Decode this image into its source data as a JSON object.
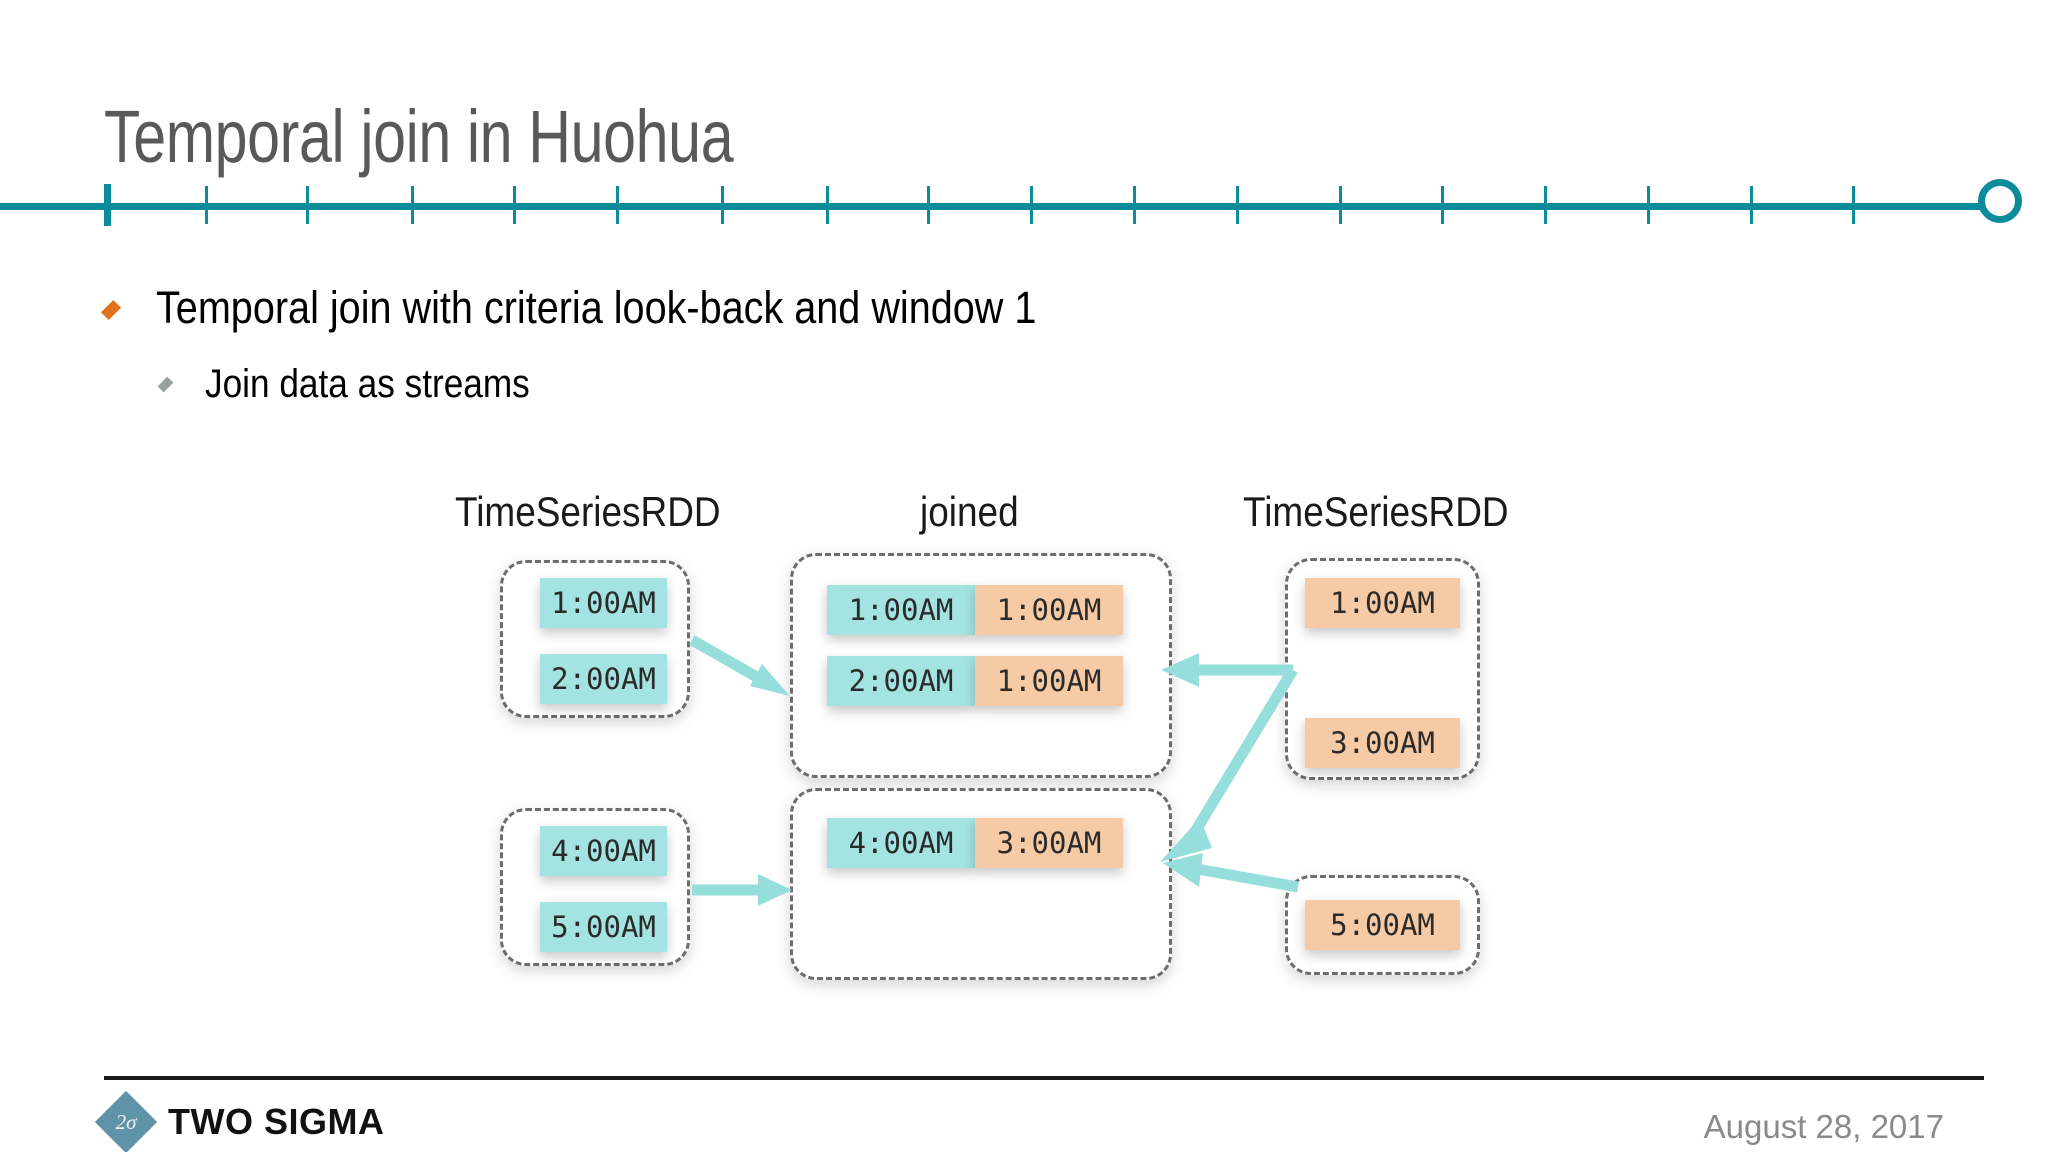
{
  "slide": {
    "title": "Temporal join in Huohua",
    "accent_color": "#0b8c9b",
    "bullet_marker_color": "#e0711d",
    "sub_bullet_marker_color": "#9aa0a0",
    "cyan_color": "#a3e3e1",
    "orange_color": "#f5caa4",
    "arrow_color": "#96dedb"
  },
  "timeline": {
    "tick_count": 19,
    "active_tick_index": 0
  },
  "bullets": [
    {
      "level": 1,
      "text": "Temporal join with criteria look-back and window 1"
    },
    {
      "level": 2,
      "text": "Join data as streams"
    }
  ],
  "diagram": {
    "labels": {
      "left": "TimeSeriesRDD",
      "center": "joined",
      "right": "TimeSeriesRDD"
    },
    "left_groups": [
      {
        "cells": [
          "1:00AM",
          "2:00AM"
        ]
      },
      {
        "cells": [
          "4:00AM",
          "5:00AM"
        ]
      }
    ],
    "joined_groups": [
      {
        "rows": [
          {
            "left": "1:00AM",
            "right": "1:00AM"
          },
          {
            "left": "2:00AM",
            "right": "1:00AM"
          }
        ]
      },
      {
        "rows": [
          {
            "left": "4:00AM",
            "right": "3:00AM"
          }
        ]
      }
    ],
    "right_groups": [
      {
        "cells": [
          "1:00AM",
          "3:00AM"
        ]
      },
      {
        "cells": [
          "5:00AM"
        ]
      }
    ]
  },
  "footer": {
    "logo_mark": "2σ",
    "logo_text": "TWO SIGMA",
    "date": "August 28, 2017"
  }
}
